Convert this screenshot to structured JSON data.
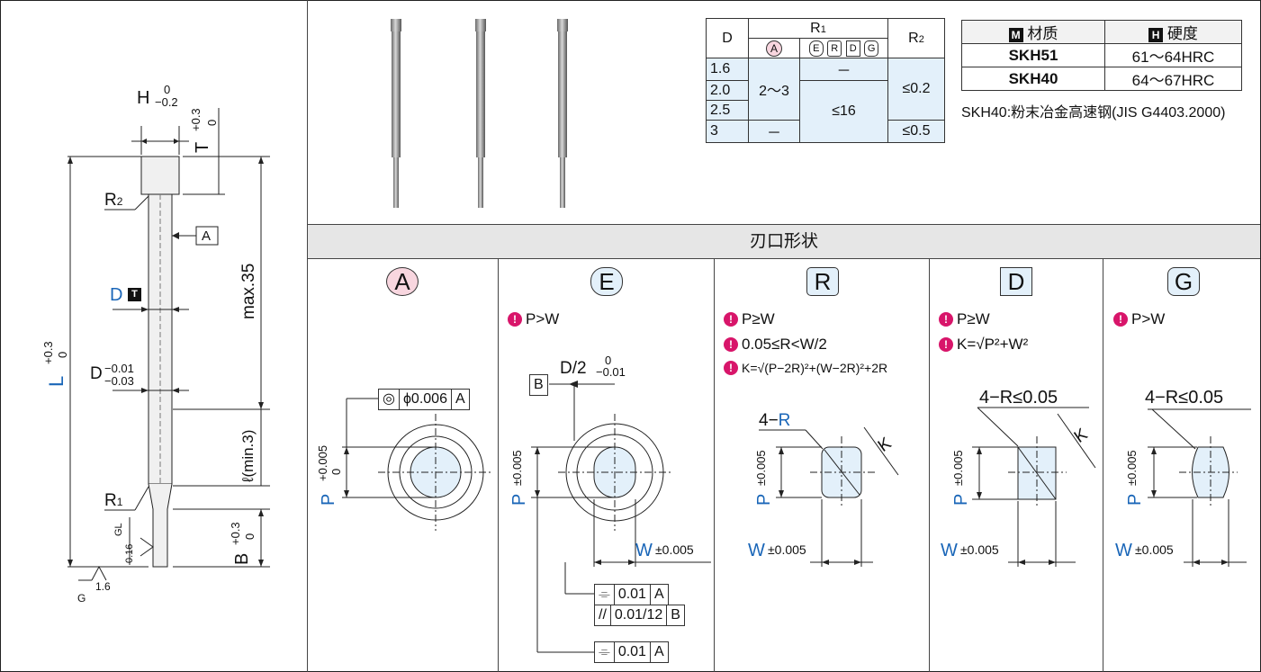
{
  "r1_table": {
    "header_d": "D",
    "header_r1": "R",
    "header_r1_sub": "1",
    "header_r2": "R",
    "header_r2_sub": "2",
    "sub_a": "A",
    "sub_erdg": [
      "E",
      "R",
      "D",
      "G"
    ],
    "rows_d": [
      "1.6",
      "2.0",
      "2.5",
      "3"
    ],
    "r1_a_merged": "2〜3",
    "r1_a_last": "－",
    "r1_erdg_first": "－",
    "r1_erdg_merged": "≤16",
    "r2_merged": "≤0.2",
    "r2_last": "≤0.5"
  },
  "material_table": {
    "col1_badge": "M",
    "col1_label": "材质",
    "col2_badge": "H",
    "col2_label": "硬度",
    "rows": [
      {
        "material": "SKH51",
        "hardness": "61〜64HRC"
      },
      {
        "material": "SKH40",
        "hardness": "64〜67HRC"
      }
    ],
    "note": "SKH40:粉末冶金高速钢(JIS G4403.2000)"
  },
  "section_title": "刃口形状",
  "left_drawing": {
    "h_label": "H",
    "h_tol_top": "0",
    "h_tol_bot": "−0.2",
    "t_label": "T",
    "t_tol_top": "+0.3",
    "t_tol_bot": "0",
    "r2_label": "R",
    "r2_sub": "2",
    "datum_a": "A",
    "d_label": "D",
    "d_badge": "T",
    "max_label": "max.35",
    "l_label": "L",
    "l_tol_top": "+0.3",
    "l_tol_bot": "0",
    "d2_label": "D",
    "d2_tol_top": "−0.01",
    "d2_tol_bot": "−0.03",
    "ell_label": "ℓ(min.3)",
    "r1_label": "R",
    "r1_sub": "1",
    "gl_label": "GL",
    "surf_016": "0.16",
    "b_label": "B",
    "b_tol_top": "+0.3",
    "b_tol_bot": "0",
    "g_label": "G",
    "surf_16": "1.6"
  },
  "shapes": [
    {
      "id": "A",
      "conditions": [],
      "p_label": "P",
      "p_tol_top": "+0.005",
      "p_tol_bot": "0",
      "concentric": "◎",
      "concentric_val": "ϕ0.006",
      "concentric_ref": "A"
    },
    {
      "id": "E",
      "conditions": [
        "P>W"
      ],
      "p_label": "P",
      "p_tol": "±0.005",
      "w_label": "W",
      "w_tol": "±0.005",
      "d2": "D/2",
      "d2_tol_top": "0",
      "d2_tol_bot": "−0.01",
      "datum_b": "B",
      "sym1": "0.01",
      "sym1_ref": "A",
      "par": "0.01/12",
      "par_ref": "B",
      "sym2": "0.01",
      "sym2_ref": "A"
    },
    {
      "id": "R",
      "conditions": [
        "P≥W",
        "0.05≤R<W/2",
        "K=√(P−2R)²+(W−2R)²+2R"
      ],
      "p_label": "P",
      "p_tol": "±0.005",
      "w_label": "W",
      "w_tol": "±0.005",
      "r_callout": "4−",
      "r_callout_r": "R",
      "k_label": "K"
    },
    {
      "id": "D",
      "conditions": [
        "P≥W",
        "K=√P²+W²"
      ],
      "p_label": "P",
      "p_tol": "±0.005",
      "w_label": "W",
      "w_tol": "±0.005",
      "r_callout": "4−R≤0.05",
      "k_label": "K"
    },
    {
      "id": "G",
      "conditions": [
        "P>W"
      ],
      "p_label": "P",
      "p_tol": "±0.005",
      "w_label": "W",
      "w_tol": "±0.005",
      "r_callout": "4−R≤0.05"
    }
  ],
  "colors": {
    "pink": "#f8d6df",
    "light_blue": "#e3f0fa",
    "accent_blue": "#1a66b8",
    "magenta": "#d8156a"
  }
}
